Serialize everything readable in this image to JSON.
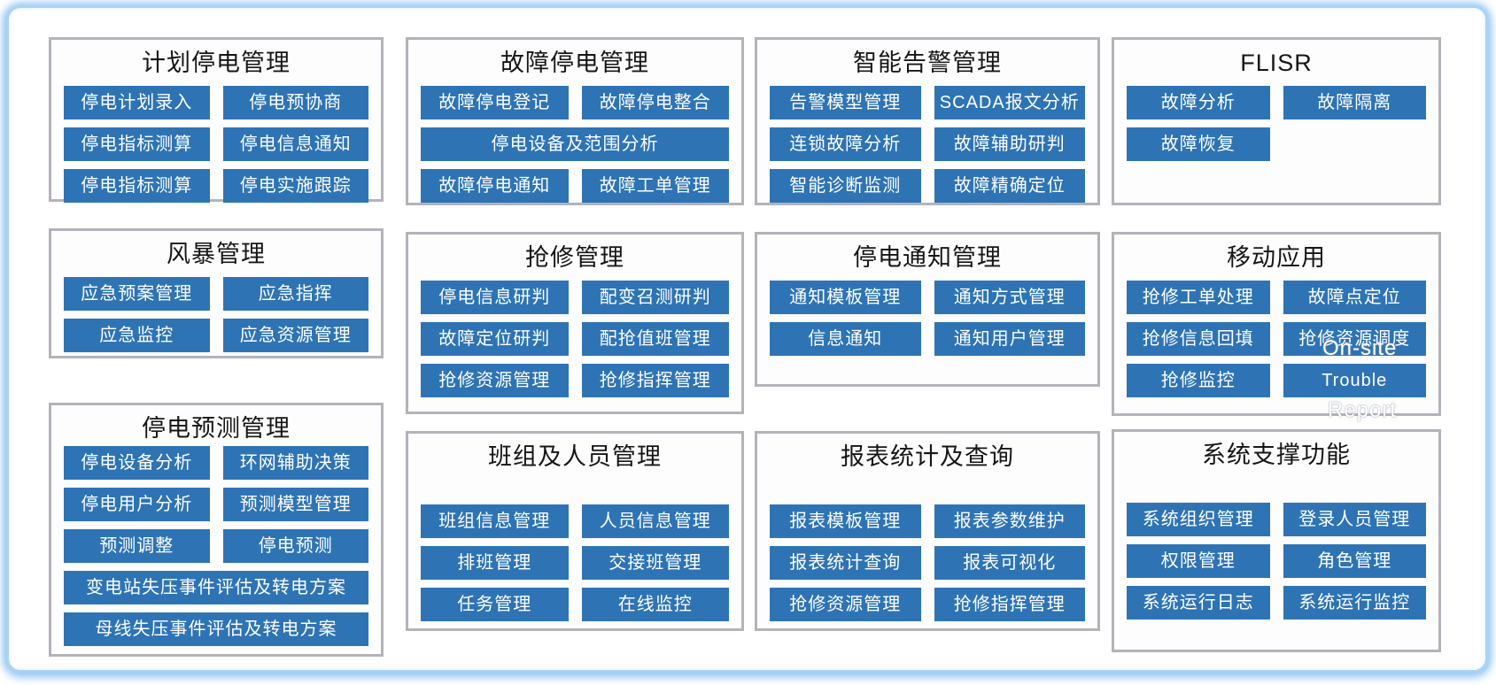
{
  "colors": {
    "button_bg": "#2E74B5",
    "button_text": "#FFFFFF",
    "panel_border": "#B3B3BB",
    "frame_border": "#ABD3F5",
    "title_text": "#161616",
    "background": "#FFFFFF"
  },
  "overflow": {
    "onsite": "On-site",
    "report": "Report"
  },
  "panels": [
    {
      "id": "planned-outage-mgmt",
      "title": "计划停电管理",
      "buttons": [
        {
          "label": "停电计划录入"
        },
        {
          "label": "停电预协商"
        },
        {
          "label": "停电指标测算"
        },
        {
          "label": "停电信息通知"
        },
        {
          "label": "停电指标测算"
        },
        {
          "label": "停电实施跟踪"
        }
      ]
    },
    {
      "id": "fault-outage-mgmt",
      "title": "故障停电管理",
      "buttons": [
        {
          "label": "故障停电登记"
        },
        {
          "label": "故障停电整合"
        },
        {
          "label": "停电设备及范围分析",
          "wide": true
        },
        {
          "label": "故障停电通知"
        },
        {
          "label": "故障工单管理"
        }
      ]
    },
    {
      "id": "smart-alarm-mgmt",
      "title": "智能告警管理",
      "buttons": [
        {
          "label": "告警模型管理"
        },
        {
          "label": "SCADA报文分析"
        },
        {
          "label": "连锁故障分析"
        },
        {
          "label": "故障辅助研判"
        },
        {
          "label": "智能诊断监测"
        },
        {
          "label": "故障精确定位"
        }
      ]
    },
    {
      "id": "flisr",
      "title": "FLISR",
      "buttons": [
        {
          "label": "故障分析"
        },
        {
          "label": "故障隔离"
        },
        {
          "label": "故障恢复"
        }
      ]
    },
    {
      "id": "storm-mgmt",
      "title": "风暴管理",
      "buttons": [
        {
          "label": "应急预案管理"
        },
        {
          "label": "应急指挥"
        },
        {
          "label": "应急监控"
        },
        {
          "label": "应急资源管理"
        }
      ]
    },
    {
      "id": "repair-mgmt",
      "title": "抢修管理",
      "buttons": [
        {
          "label": "停电信息研判"
        },
        {
          "label": "配变召测研判"
        },
        {
          "label": "故障定位研判"
        },
        {
          "label": "配抢值班管理"
        },
        {
          "label": "抢修资源管理"
        },
        {
          "label": "抢修指挥管理"
        }
      ]
    },
    {
      "id": "outage-notice-mgmt",
      "title": "停电通知管理",
      "buttons": [
        {
          "label": "通知模板管理"
        },
        {
          "label": "通知方式管理"
        },
        {
          "label": "信息通知"
        },
        {
          "label": "通知用户管理"
        }
      ]
    },
    {
      "id": "mobile-apps",
      "title": "移动应用",
      "buttons": [
        {
          "label": "抢修工单处理"
        },
        {
          "label": "故障点定位"
        },
        {
          "label": "抢修信息回填"
        },
        {
          "label": "抢修资源调度"
        },
        {
          "label": "抢修监控"
        },
        {
          "label": "Trouble"
        }
      ]
    },
    {
      "id": "outage-forecast-mgmt",
      "title": "停电预测管理",
      "tight_title": true,
      "buttons": [
        {
          "label": "停电设备分析"
        },
        {
          "label": "环网辅助决策"
        },
        {
          "label": "停电用户分析"
        },
        {
          "label": "预测模型管理"
        },
        {
          "label": "预测调整"
        },
        {
          "label": "停电预测"
        },
        {
          "label": "变电站失压事件评估及转电方案",
          "wide": true
        },
        {
          "label": "母线失压事件评估及转电方案",
          "wide": true
        }
      ]
    },
    {
      "id": "team-personnel-mgmt",
      "title": "班组及人员管理",
      "large_gap": true,
      "buttons": [
        {
          "label": "班组信息管理"
        },
        {
          "label": "人员信息管理"
        },
        {
          "label": "排班管理"
        },
        {
          "label": "交接班管理"
        },
        {
          "label": "任务管理"
        },
        {
          "label": "在线监控"
        }
      ]
    },
    {
      "id": "report-stats-query",
      "title": "报表统计及查询",
      "large_gap": true,
      "buttons": [
        {
          "label": "报表模板管理"
        },
        {
          "label": "报表参数维护"
        },
        {
          "label": "报表统计查询"
        },
        {
          "label": "报表可视化"
        },
        {
          "label": "抢修资源管理"
        },
        {
          "label": "抢修指挥管理"
        }
      ]
    },
    {
      "id": "system-support",
      "title": "系统支撑功能",
      "large_gap": true,
      "buttons": [
        {
          "label": "系统组织管理"
        },
        {
          "label": "登录人员管理"
        },
        {
          "label": "权限管理"
        },
        {
          "label": "角色管理"
        },
        {
          "label": "系统运行日志"
        },
        {
          "label": "系统运行监控"
        }
      ]
    }
  ]
}
